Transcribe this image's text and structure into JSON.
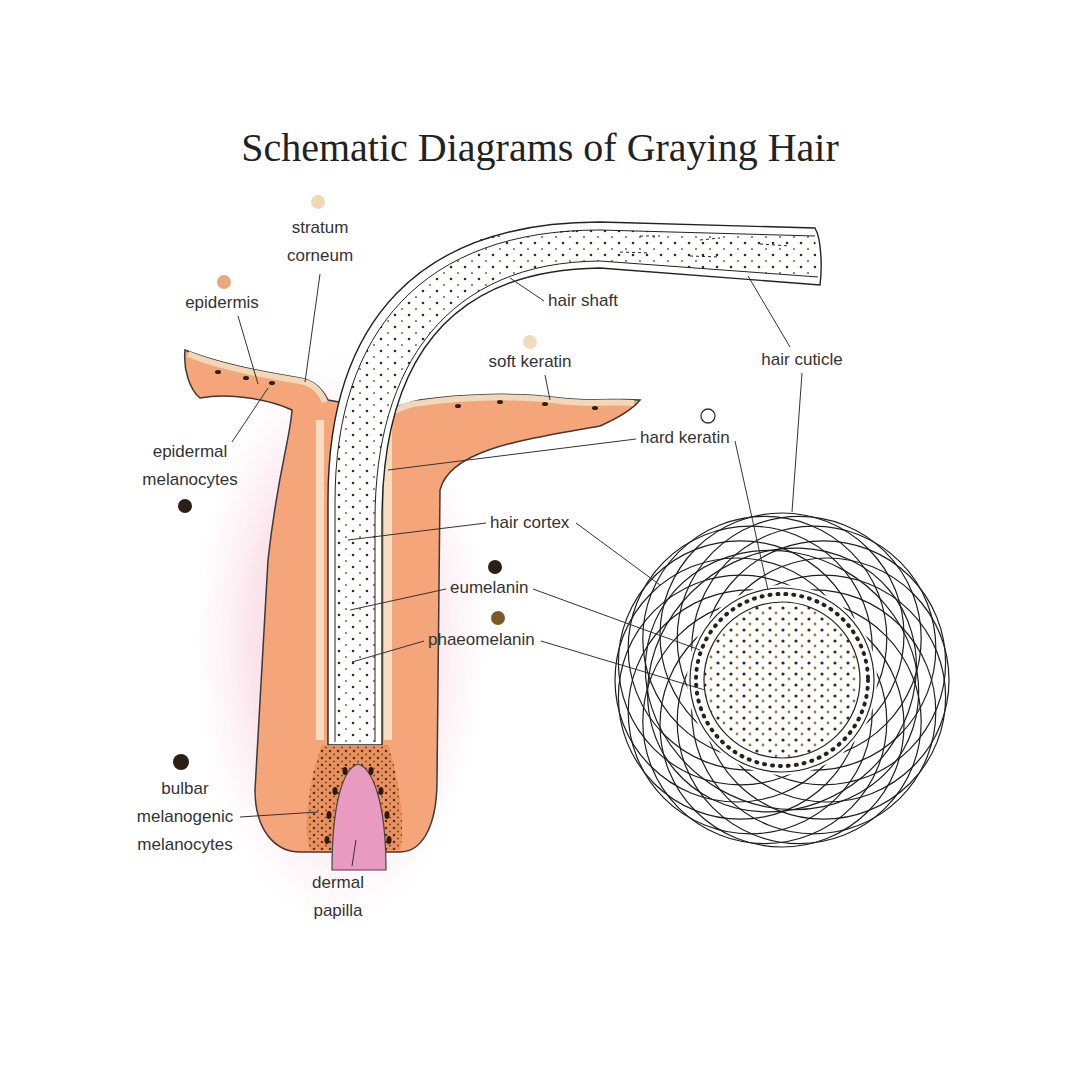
{
  "diagram": {
    "title": "Schematic Diagrams of Graying Hair",
    "labels": [
      "stratum corneum",
      "epidermis",
      "hair shaft",
      "soft keratin",
      "hair cuticle",
      "hard keratin",
      "epidermal melanocytes",
      "hair cortex",
      "eumelanin",
      "phaeomelanin",
      "bulbar melanogenic melanocytes",
      "dermal papilla"
    ]
  }
}
